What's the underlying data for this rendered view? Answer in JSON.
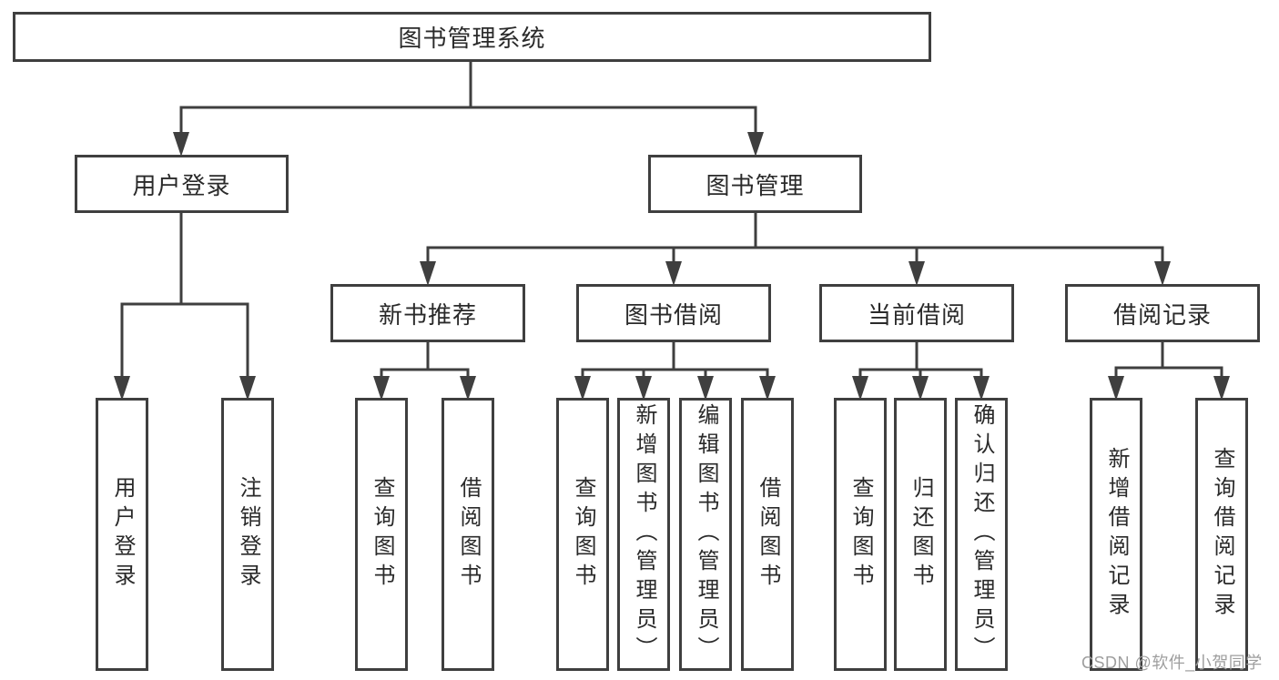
{
  "diagram": {
    "root": {
      "label": "图书管理系统"
    },
    "level2": [
      {
        "label": "用户登录"
      },
      {
        "label": "图书管理"
      }
    ],
    "level3": [
      {
        "label": "新书推荐"
      },
      {
        "label": "图书借阅"
      },
      {
        "label": "当前借阅"
      },
      {
        "label": "借阅记录"
      }
    ],
    "leaves": [
      {
        "label": "用户登录"
      },
      {
        "label": "注销登录"
      },
      {
        "label": "查询图书"
      },
      {
        "label": "借阅图书"
      },
      {
        "label": "查询图书"
      },
      {
        "label": "新增图书（管理员）"
      },
      {
        "label": "编辑图书（管理员）"
      },
      {
        "label": "借阅图书"
      },
      {
        "label": "查询图书"
      },
      {
        "label": "归还图书"
      },
      {
        "label": "确认归还（管理员）"
      },
      {
        "label": "新增借阅记录"
      },
      {
        "label": "查询借阅记录"
      }
    ]
  },
  "watermark": "CSDN @软件_小贺同学",
  "colors": {
    "line": "#3f3f3f",
    "text": "#2a2a2a",
    "watermark": "#9e9e9e",
    "background": "#ffffff"
  }
}
